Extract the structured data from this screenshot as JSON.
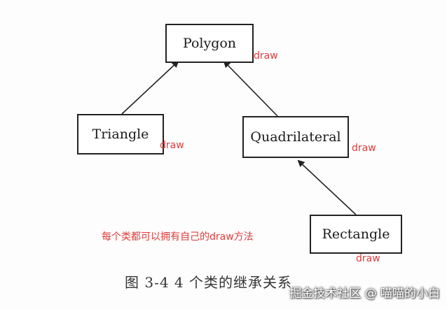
{
  "diagram": {
    "nodes": [
      {
        "id": "polygon",
        "label": "Polygon"
      },
      {
        "id": "triangle",
        "label": "Triangle"
      },
      {
        "id": "quadrilateral",
        "label": "Quadrilateral"
      },
      {
        "id": "rectangle",
        "label": "Rectangle"
      }
    ],
    "edges": [
      {
        "from": "triangle",
        "to": "polygon"
      },
      {
        "from": "quadrilateral",
        "to": "polygon"
      },
      {
        "from": "rectangle",
        "to": "quadrilateral"
      }
    ],
    "method_labels": {
      "polygon": "draw",
      "triangle": "draw",
      "quadrilateral": "draw",
      "rectangle": "draw"
    },
    "note": "每个类都可以拥有自己的draw方法",
    "caption": "图 3-4   4 个类的继承关系"
  },
  "watermark": "掘金技术社区 @ 喵喵的小白",
  "colors": {
    "annotation": "#e23b3b",
    "box_border": "#222222",
    "arrow": "#222222"
  }
}
